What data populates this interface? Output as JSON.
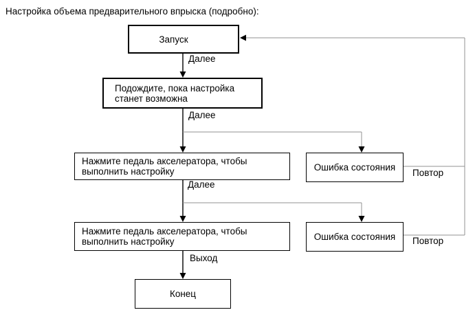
{
  "title": "Настройка объема предварительного впрыска (подробно):",
  "nodes": [
    {
      "id": "start",
      "lines": [
        "Запуск"
      ]
    },
    {
      "id": "wait",
      "lines": [
        "Подождите, пока настройка",
        "станет возможна"
      ]
    },
    {
      "id": "press-1",
      "lines": [
        "Нажмите педаль акселератора, чтобы",
        "выполнить настройку"
      ]
    },
    {
      "id": "error-1",
      "lines": [
        "Ошибка состояния"
      ]
    },
    {
      "id": "press-2",
      "lines": [
        "Нажмите педаль акселератора, чтобы",
        "выполнить настройку"
      ]
    },
    {
      "id": "error-2",
      "lines": [
        "Ошибка состояния"
      ]
    },
    {
      "id": "end",
      "lines": [
        "Конец"
      ]
    }
  ],
  "edge_labels": {
    "next_1": "Далее",
    "next_2": "Далее",
    "next_3": "Далее",
    "exit": "Выход",
    "retry_1": "Повтор",
    "retry_2": "Повтор"
  },
  "colors": {
    "background": "#ffffff",
    "text": "#000000",
    "box_border": "#000000",
    "spine_line": "#000000",
    "branch_line": "#909090"
  }
}
